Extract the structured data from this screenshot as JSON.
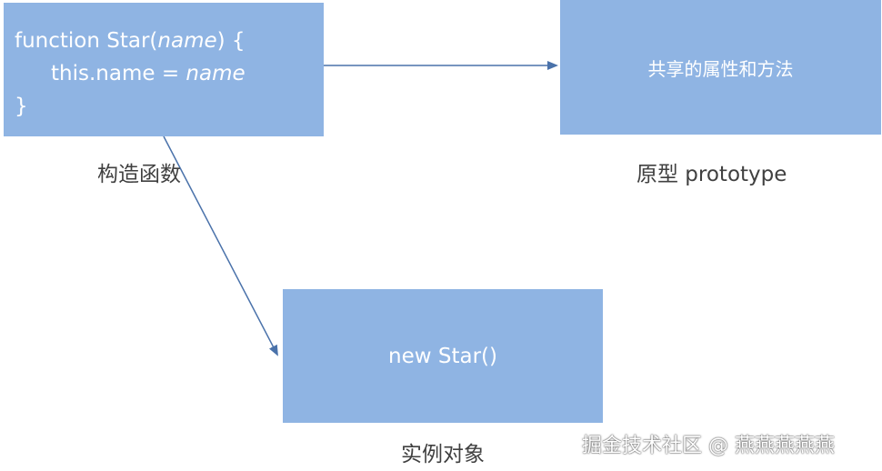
{
  "constructor_box": {
    "line1_prefix": "function Star(",
    "line1_param": "name",
    "line1_suffix": ") {",
    "line2_prefix": "this.name = ",
    "line2_value": "name",
    "line3": "}"
  },
  "prototype_box": {
    "text": "共享的属性和方法"
  },
  "instance_box": {
    "text": "new Star()"
  },
  "captions": {
    "constructor": "构造函数",
    "prototype": "原型 prototype",
    "instance": "实例对象"
  },
  "watermark": "掘金技术社区 @ 燕燕燕燕燕",
  "colors": {
    "box_fill": "#8fb4e3",
    "arrow": "#4a72aa",
    "caption_text": "#404040"
  }
}
